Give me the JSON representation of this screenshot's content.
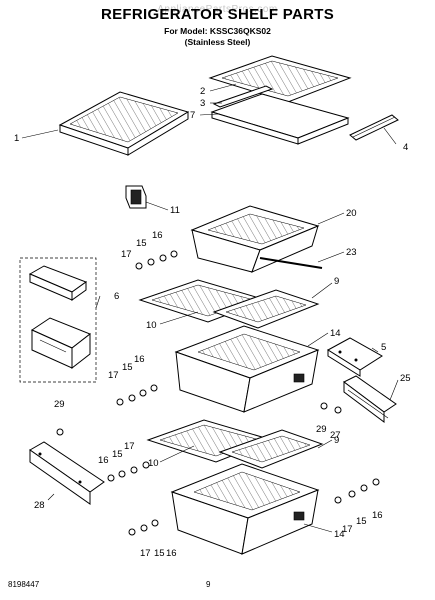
{
  "header": {
    "watermark": "AppliancePartsPros.com",
    "title": "REFRIGERATOR SHELF PARTS",
    "model": "For Model: KSSC36QKS02",
    "finish": "(Stainless Steel)"
  },
  "footer": {
    "doc_number": "8198447",
    "page": "9"
  },
  "callouts": {
    "c1": "1",
    "c2": "2",
    "c3": "3",
    "c7": "7",
    "c4": "4",
    "c11": "11",
    "c20": "20",
    "c23": "23",
    "c17a": "17",
    "c15a": "15",
    "c16a": "16",
    "c6": "6",
    "c9a": "9",
    "c10a": "10",
    "c14a": "14",
    "c17b": "17",
    "c15b": "15",
    "c16b": "16",
    "c5": "5",
    "c25": "25",
    "c29a": "29",
    "c27": "27",
    "c29b": "29",
    "c28": "28",
    "c17c": "17",
    "c16c": "16",
    "c15c": "15",
    "c9b": "9",
    "c10b": "10",
    "c14b": "14",
    "c17d": "17",
    "c15d": "15",
    "c16d": "16",
    "c17e": "17",
    "c15e": "15",
    "c16e": "16"
  }
}
